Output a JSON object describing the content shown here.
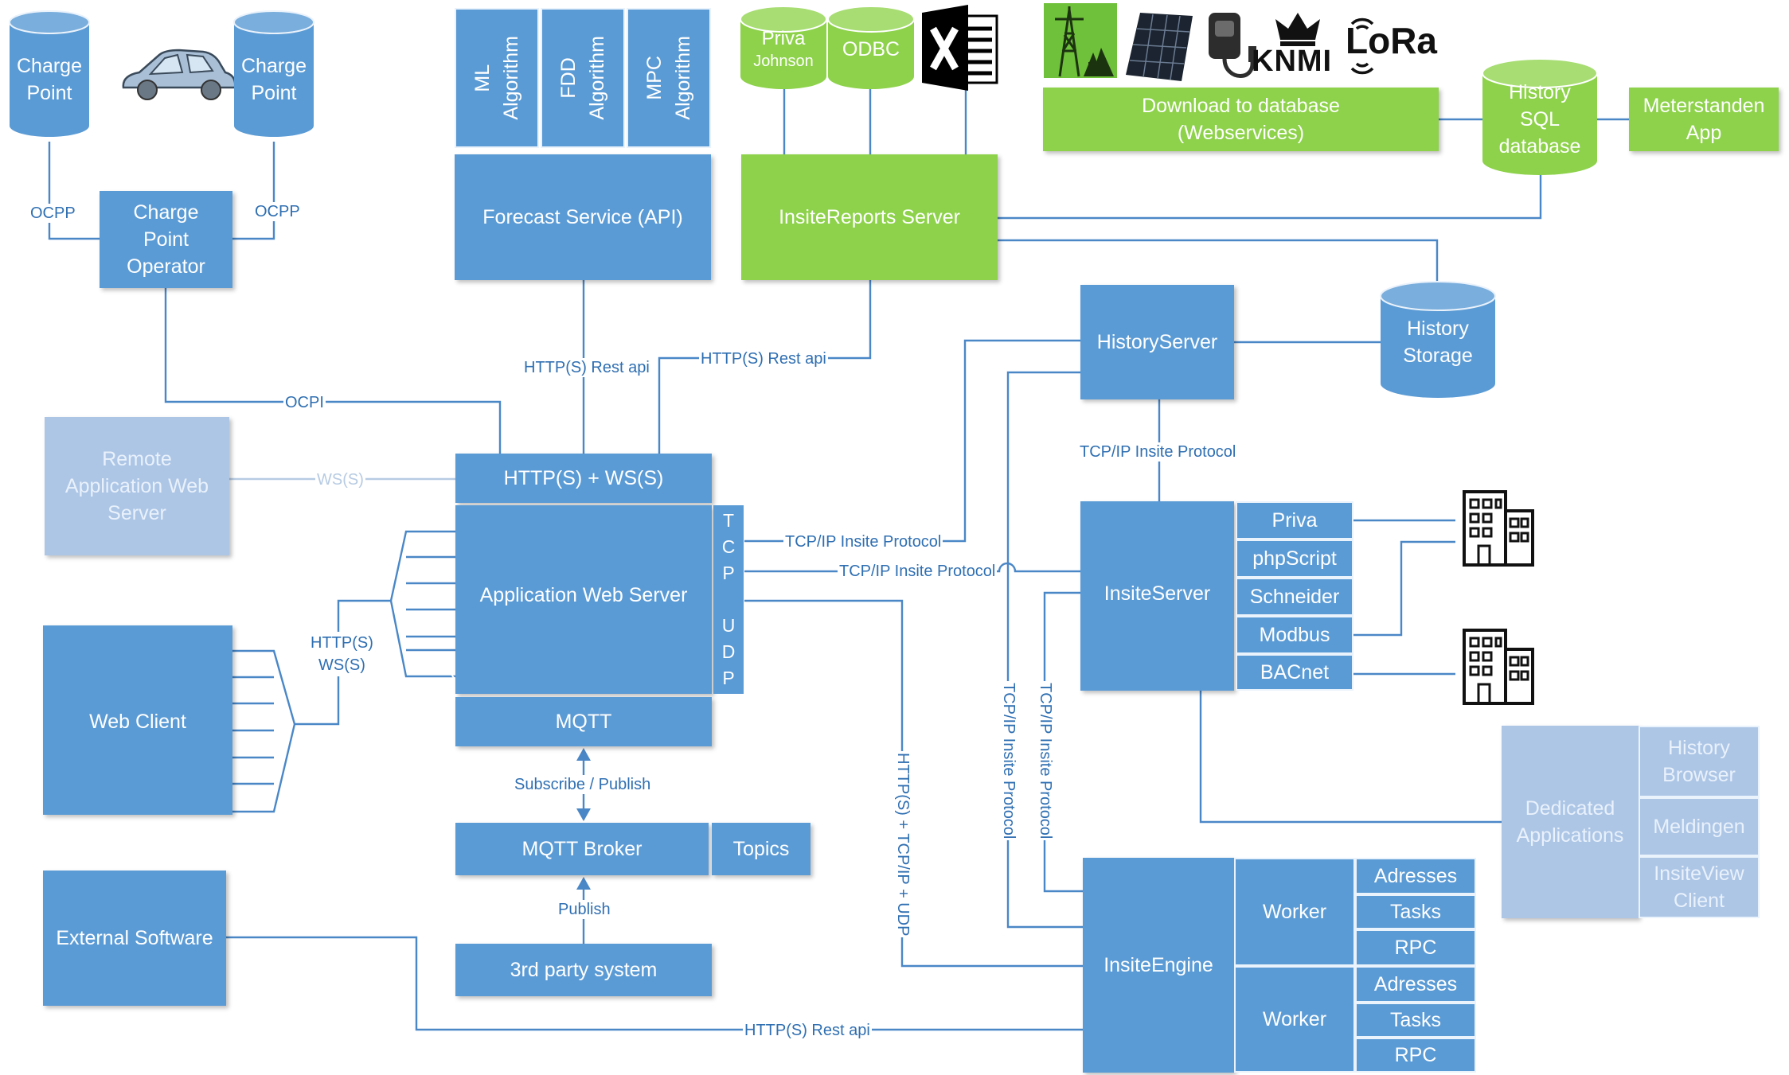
{
  "colors": {
    "blue": "#5b9bd5",
    "green": "#8dd24a",
    "pale": "#adc6e6",
    "line": "#4a87c7",
    "text": "#2f6fb2"
  },
  "nodes": {
    "charge_point_1": "Charge\nPoint",
    "charge_point_2": "Charge\nPoint",
    "charge_point_operator": "Charge\nPoint\nOperator",
    "ml_algorithm": "ML\nAlgorithm",
    "fdd_algorithm": "FDD\nAlgorithm",
    "mpc_algorithm": "MPC\nAlgorithm",
    "forecast_service": "Forecast Service  (API)",
    "priva_johnson_title": "Priva",
    "priva_johnson_sub": "Johnson",
    "odbc": "ODBC",
    "insite_reports_server": "InsiteReports Server",
    "download_to_database": "Download to database\n(Webservices)",
    "history_sql_database": "History\nSQL\ndatabase",
    "meterstanden_app": "Meterstanden\nApp",
    "history_server": "HistoryServer",
    "history_storage": "History\nStorage",
    "remote_app_web_server": "Remote\nApplication Web\nServer",
    "web_client": "Web Client",
    "https_wss": "HTTP(S) + WS(S)",
    "app_web_server": "Application Web Server",
    "mqtt": "MQTT",
    "tcp_udp_letters": [
      "T",
      "C",
      "P",
      "",
      "U",
      "D",
      "P"
    ],
    "mqtt_broker": "MQTT Broker",
    "topics": "Topics",
    "third_party": "3rd party system",
    "external_software": "External Software",
    "insite_server": "InsiteServer",
    "protocols": [
      "Priva",
      "phpScript",
      "Schneider",
      "Modbus",
      "BACnet"
    ],
    "dedicated_apps": "Dedicated\nApplications",
    "history_browser": "History\nBrowser",
    "meldingen": "Meldingen",
    "insiteview_client": "InsiteView\nClient",
    "insite_engine": "InsiteEngine",
    "worker_1": "Worker",
    "worker_2": "Worker",
    "worker_1_items": [
      "Adresses",
      "Tasks",
      "RPC"
    ],
    "worker_2_items": [
      "Adresses",
      "Tasks",
      "RPC"
    ]
  },
  "logos": {
    "knmi": "KNMI",
    "lora": "LoRa"
  },
  "edge_labels": {
    "ocpp_left": "OCPP",
    "ocpp_right": "OCPP",
    "ocpi": "OCPI",
    "wss": "WS(S)",
    "https_wss": "HTTP(S)\nWS(S)",
    "rest_forecast": "HTTP(S) Rest api",
    "rest_reports": "HTTP(S) Rest api",
    "tcp_insite_history": "TCP/IP Insite Protocol",
    "tcp_insite_1": "TCP/IP Insite Protocol",
    "tcp_insite_2": "TCP/IP Insite Protocol",
    "subscribe_publish": "Subscribe / Publish",
    "publish": "Publish",
    "vertical_https_tcp_udp": "HTTP(S) + TCP/IP + UDP",
    "vertical_tcp_1": "TCP/IP Insite Protocol",
    "vertical_tcp_2": "TCP/IP Insite Protocol",
    "rest_external": "HTTP(S) Rest api"
  }
}
